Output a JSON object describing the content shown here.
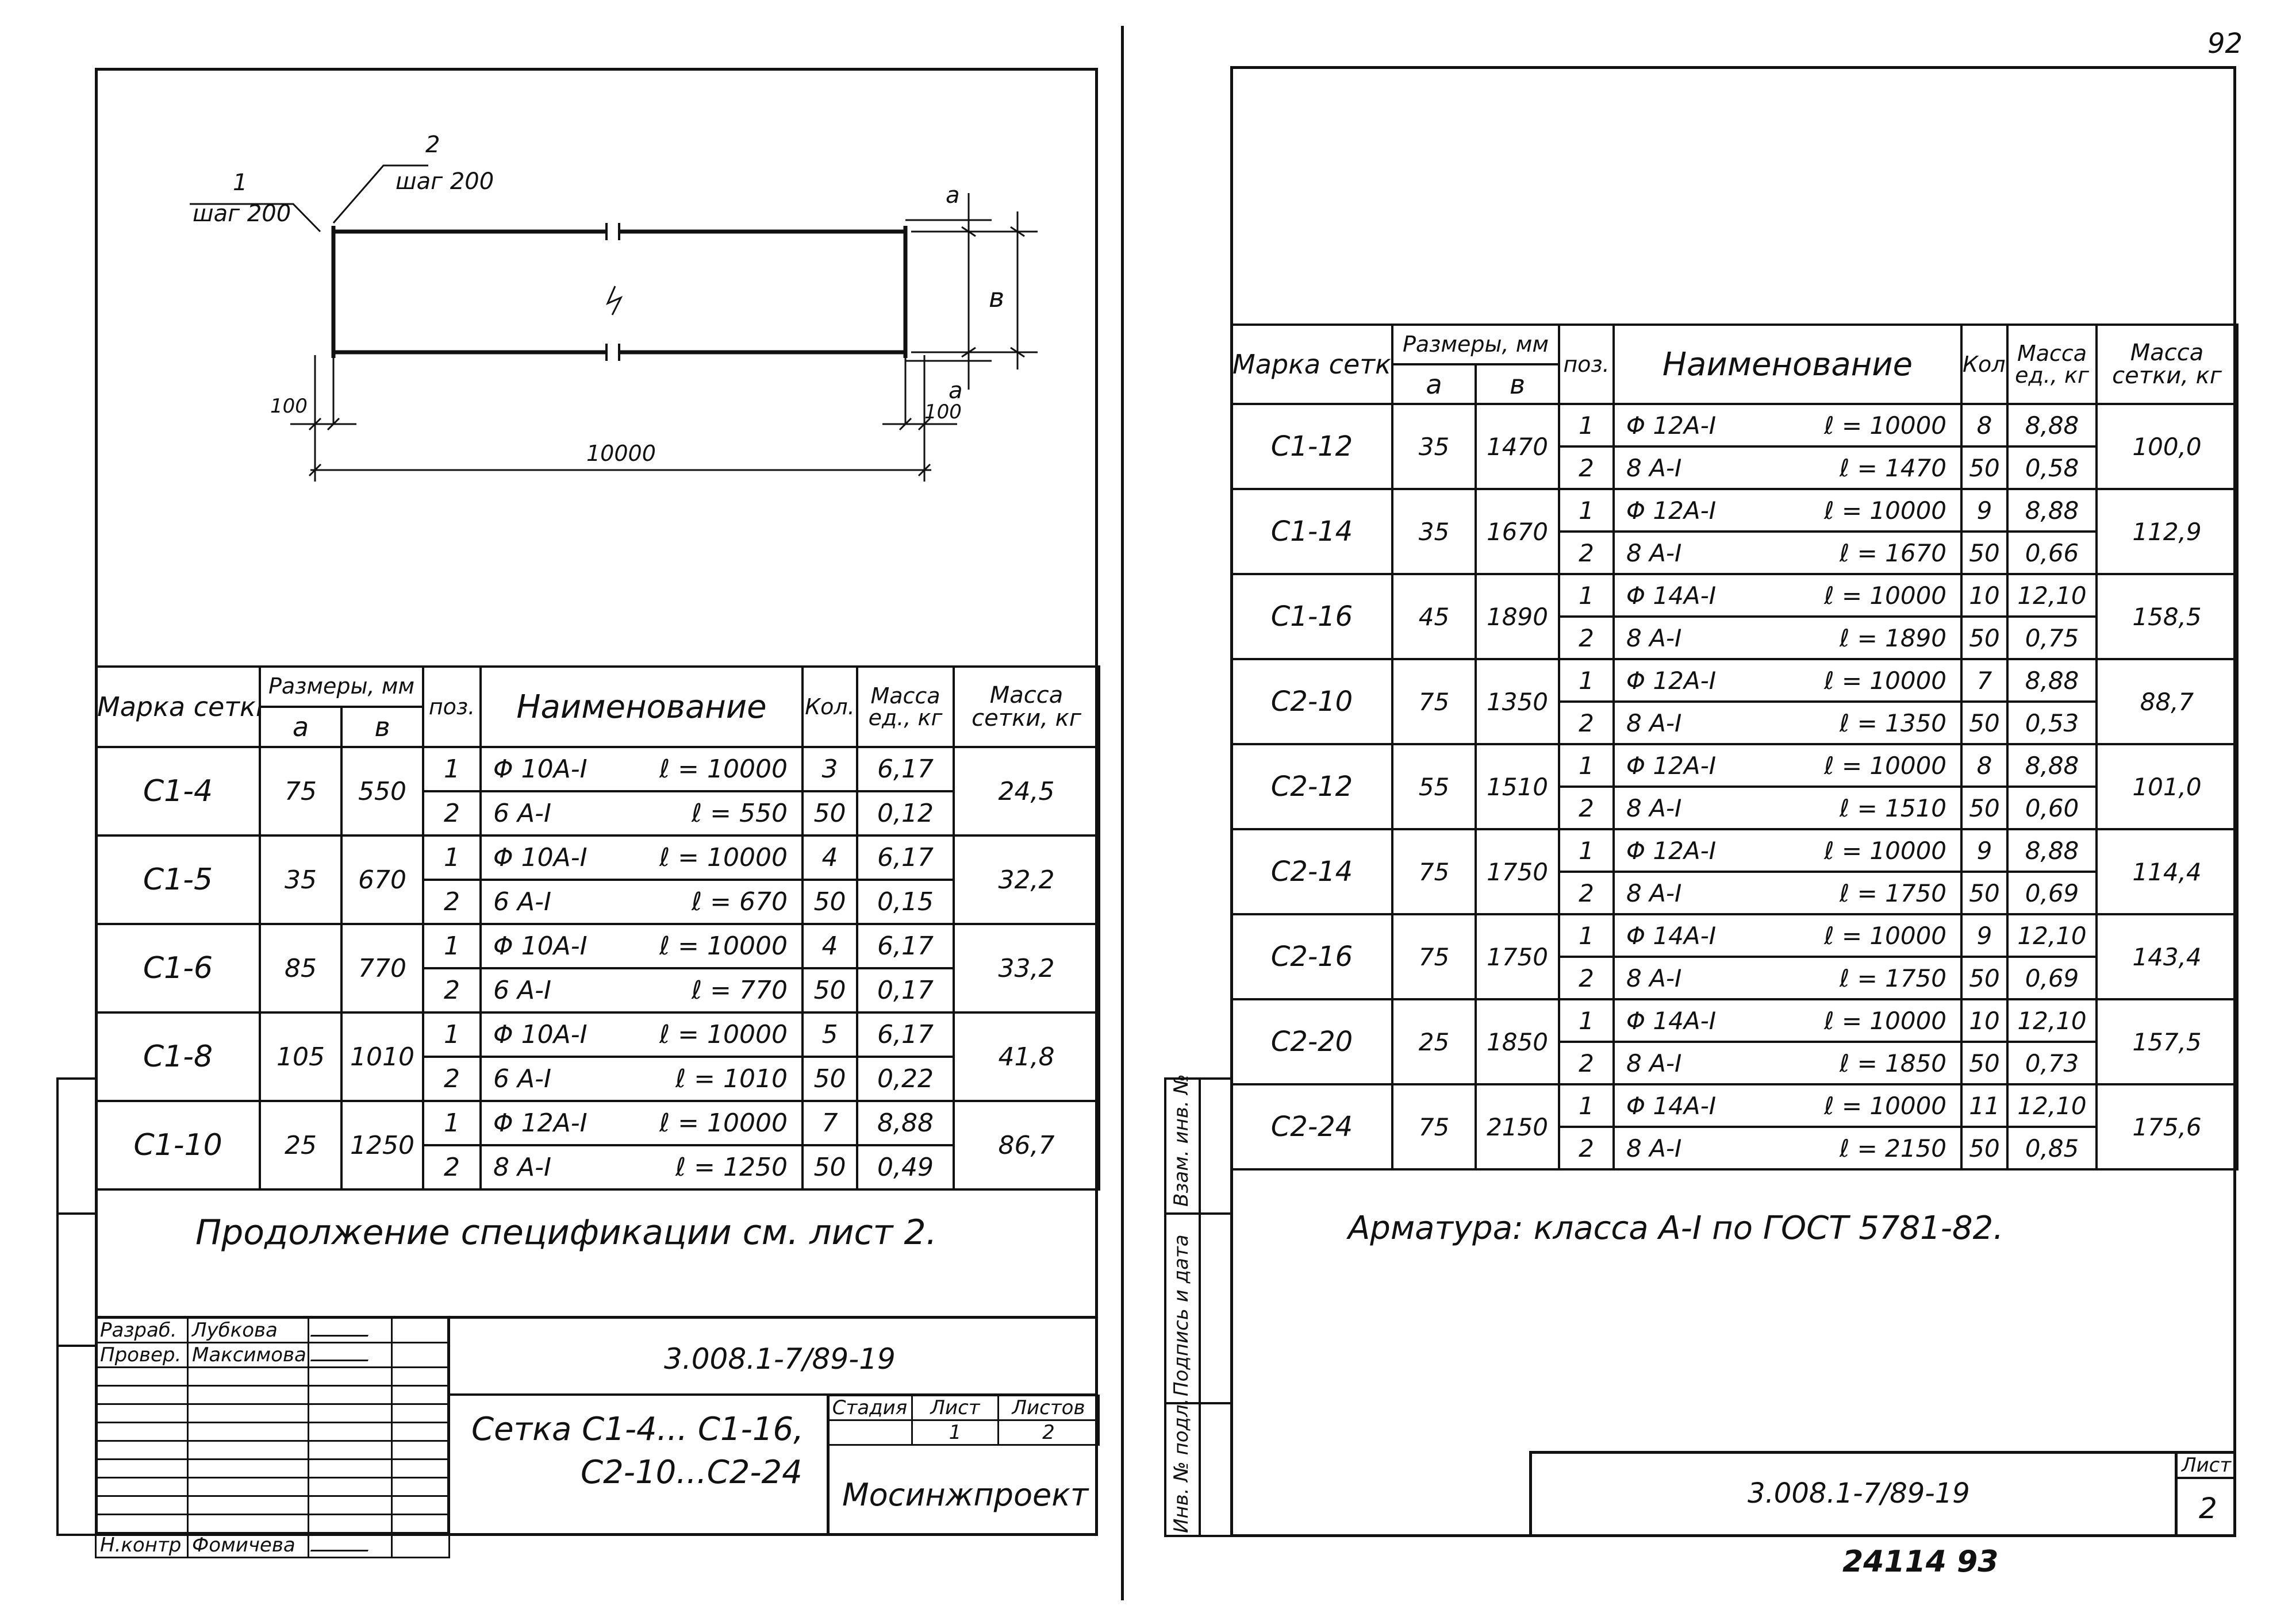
{
  "page_numbers": {
    "top_right": "92",
    "bottom": "24114 93"
  },
  "drawing": {
    "labels": {
      "pos1": "1",
      "pos1_step": "шаг 200",
      "pos2": "2",
      "pos2_step": "шаг 200",
      "a_top": "а",
      "b": "в",
      "a_bottom": "а",
      "left_offset": "100",
      "right_offset": "100",
      "length": "10000"
    }
  },
  "table_headers": {
    "mark": "Марка сетки",
    "sizes": "Размеры, мм",
    "a": "а",
    "b": "в",
    "pos": "поз.",
    "name": "Наименование",
    "qty": "Кол.",
    "unit_mass": "Масса ед., кг",
    "mesh_mass": "Масса сетки, кг"
  },
  "left_table": [
    {
      "mark": "С1-4",
      "a": "75",
      "b": "550",
      "total": "24,5",
      "rows": [
        {
          "pos": "1",
          "name": "Φ 10А-I",
          "len": "ℓ = 10000",
          "qty": "3",
          "mass": "6,17"
        },
        {
          "pos": "2",
          "name": "6 А-I",
          "len": "ℓ = 550",
          "qty": "50",
          "mass": "0,12"
        }
      ]
    },
    {
      "mark": "С1-5",
      "a": "35",
      "b": "670",
      "total": "32,2",
      "rows": [
        {
          "pos": "1",
          "name": "Φ 10А-I",
          "len": "ℓ = 10000",
          "qty": "4",
          "mass": "6,17"
        },
        {
          "pos": "2",
          "name": "6 А-I",
          "len": "ℓ = 670",
          "qty": "50",
          "mass": "0,15"
        }
      ]
    },
    {
      "mark": "С1-6",
      "a": "85",
      "b": "770",
      "total": "33,2",
      "rows": [
        {
          "pos": "1",
          "name": "Φ 10А-I",
          "len": "ℓ = 10000",
          "qty": "4",
          "mass": "6,17"
        },
        {
          "pos": "2",
          "name": "6 А-I",
          "len": "ℓ = 770",
          "qty": "50",
          "mass": "0,17"
        }
      ]
    },
    {
      "mark": "С1-8",
      "a": "105",
      "b": "1010",
      "total": "41,8",
      "rows": [
        {
          "pos": "1",
          "name": "Φ 10А-I",
          "len": "ℓ = 10000",
          "qty": "5",
          "mass": "6,17"
        },
        {
          "pos": "2",
          "name": "6 А-I",
          "len": "ℓ = 1010",
          "qty": "50",
          "mass": "0,22"
        }
      ]
    },
    {
      "mark": "С1-10",
      "a": "25",
      "b": "1250",
      "total": "86,7",
      "rows": [
        {
          "pos": "1",
          "name": "Φ 12А-I",
          "len": "ℓ = 10000",
          "qty": "7",
          "mass": "8,88"
        },
        {
          "pos": "2",
          "name": "8 А-I",
          "len": "ℓ = 1250",
          "qty": "50",
          "mass": "0,49"
        }
      ]
    }
  ],
  "right_table": [
    {
      "mark": "С1-12",
      "a": "35",
      "b": "1470",
      "total": "100,0",
      "rows": [
        {
          "pos": "1",
          "name": "Φ 12А-I",
          "len": "ℓ = 10000",
          "qty": "8",
          "mass": "8,88"
        },
        {
          "pos": "2",
          "name": "8 А-I",
          "len": "ℓ = 1470",
          "qty": "50",
          "mass": "0,58"
        }
      ]
    },
    {
      "mark": "С1-14",
      "a": "35",
      "b": "1670",
      "total": "112,9",
      "rows": [
        {
          "pos": "1",
          "name": "Φ 12А-I",
          "len": "ℓ = 10000",
          "qty": "9",
          "mass": "8,88"
        },
        {
          "pos": "2",
          "name": "8 А-I",
          "len": "ℓ = 1670",
          "qty": "50",
          "mass": "0,66"
        }
      ]
    },
    {
      "mark": "С1-16",
      "a": "45",
      "b": "1890",
      "total": "158,5",
      "rows": [
        {
          "pos": "1",
          "name": "Φ 14А-I",
          "len": "ℓ = 10000",
          "qty": "10",
          "mass": "12,10"
        },
        {
          "pos": "2",
          "name": "8 А-I",
          "len": "ℓ = 1890",
          "qty": "50",
          "mass": "0,75"
        }
      ]
    },
    {
      "mark": "С2-10",
      "a": "75",
      "b": "1350",
      "total": "88,7",
      "rows": [
        {
          "pos": "1",
          "name": "Φ 12А-I",
          "len": "ℓ = 10000",
          "qty": "7",
          "mass": "8,88"
        },
        {
          "pos": "2",
          "name": "8 А-I",
          "len": "ℓ = 1350",
          "qty": "50",
          "mass": "0,53"
        }
      ]
    },
    {
      "mark": "С2-12",
      "a": "55",
      "b": "1510",
      "total": "101,0",
      "rows": [
        {
          "pos": "1",
          "name": "Φ 12А-I",
          "len": "ℓ = 10000",
          "qty": "8",
          "mass": "8,88"
        },
        {
          "pos": "2",
          "name": "8 А-I",
          "len": "ℓ = 1510",
          "qty": "50",
          "mass": "0,60"
        }
      ]
    },
    {
      "mark": "С2-14",
      "a": "75",
      "b": "1750",
      "total": "114,4",
      "rows": [
        {
          "pos": "1",
          "name": "Φ 12А-I",
          "len": "ℓ = 10000",
          "qty": "9",
          "mass": "8,88"
        },
        {
          "pos": "2",
          "name": "8 А-I",
          "len": "ℓ = 1750",
          "qty": "50",
          "mass": "0,69"
        }
      ]
    },
    {
      "mark": "С2-16",
      "a": "75",
      "b": "1750",
      "total": "143,4",
      "rows": [
        {
          "pos": "1",
          "name": "Φ 14А-I",
          "len": "ℓ = 10000",
          "qty": "9",
          "mass": "12,10"
        },
        {
          "pos": "2",
          "name": "8 А-I",
          "len": "ℓ = 1750",
          "qty": "50",
          "mass": "0,69"
        }
      ]
    },
    {
      "mark": "С2-20",
      "a": "25",
      "b": "1850",
      "total": "157,5",
      "rows": [
        {
          "pos": "1",
          "name": "Φ 14А-I",
          "len": "ℓ = 10000",
          "qty": "10",
          "mass": "12,10"
        },
        {
          "pos": "2",
          "name": "8 А-I",
          "len": "ℓ = 1850",
          "qty": "50",
          "mass": "0,73"
        }
      ]
    },
    {
      "mark": "С2-24",
      "a": "75",
      "b": "2150",
      "total": "175,6",
      "rows": [
        {
          "pos": "1",
          "name": "Φ 14А-I",
          "len": "ℓ = 10000",
          "qty": "11",
          "mass": "12,10"
        },
        {
          "pos": "2",
          "name": "8 А-I",
          "len": "ℓ = 2150",
          "qty": "50",
          "mass": "0,85"
        }
      ]
    }
  ],
  "notes": {
    "continuation": "Продолжение спецификации см. лист 2.",
    "reinforcement": "Арматура: класса А-I по ГОСТ 5781-82."
  },
  "title_block": {
    "roles": [
      {
        "role": "Разраб.",
        "name": "Лубкова"
      },
      {
        "role": "Провер.",
        "name": "Максимова"
      },
      {
        "role": "Н.контр",
        "name": "Фомичева"
      }
    ],
    "designation": "3.008.1-7/89-19",
    "title_line1": "Сетка С1-4... С1-16,",
    "title_line2": "С2-10...С2-24",
    "stage_label": "Стадия",
    "sheet_label": "Лист",
    "sheets_label": "Листов",
    "sheet_value": "1",
    "sheets_value": "2",
    "organization": "Мосинжпроект"
  },
  "title_block_right": {
    "designation": "3.008.1-7/89-19",
    "sheet_label": "Лист",
    "sheet_value": "2"
  },
  "side_stamp": {
    "inv_replace": "Взам. инв. №",
    "sign_date": "Подпись и дата",
    "inv_orig": "Инв. № подл."
  }
}
